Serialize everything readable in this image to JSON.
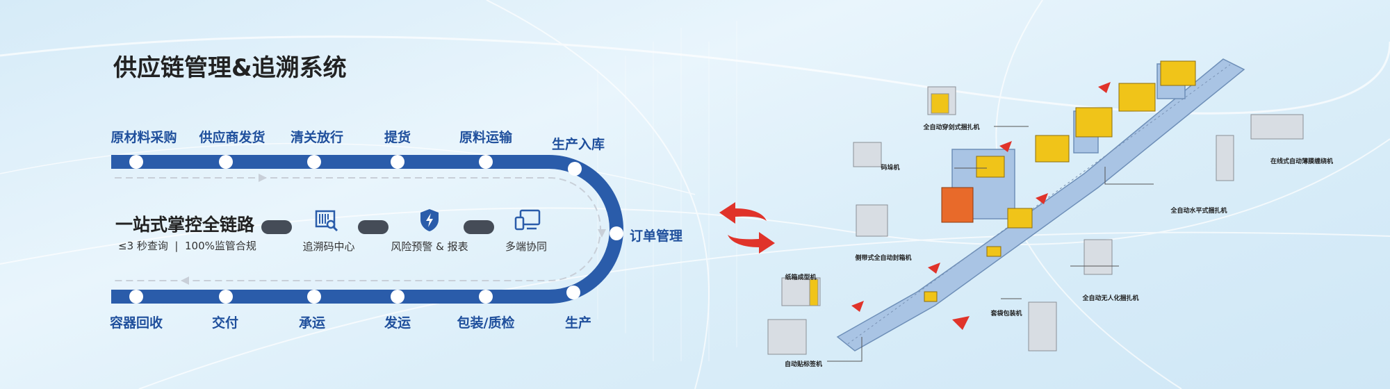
{
  "title": "供应链管理&追溯系统",
  "top_steps": [
    "原材料采购",
    "供应商发货",
    "清关放行",
    "提货",
    "原料运输",
    "生产入库"
  ],
  "right_step": "订单管理",
  "bottom_steps": [
    "容器回收",
    "交付",
    "承运",
    "发运",
    "包装/质检",
    "生产"
  ],
  "headline": "一站式掌控全链路",
  "subline": "≤3 秒查询  |  100%监管合规",
  "features": [
    {
      "icon": "barcode-search-icon",
      "label": "追溯码中心"
    },
    {
      "icon": "shield-lightning-icon",
      "label": "风险预警 & 报表"
    },
    {
      "icon": "multi-device-icon",
      "label": "多端协同"
    }
  ],
  "machines": [
    "全自动穿剑式捆扎机",
    "码垛机",
    "在线式自动薄膜缠绕机",
    "全自动水平式捆扎机",
    "侧带式全自动封箱机",
    "纸箱成型机",
    "全自动无人化捆扎机",
    "套袋包装机",
    "自动贴标签机"
  ],
  "colors": {
    "track": "#2a5caa",
    "accent_text": "#1f4f9c",
    "arrow": "#e0332a",
    "pill": "#454c57"
  }
}
